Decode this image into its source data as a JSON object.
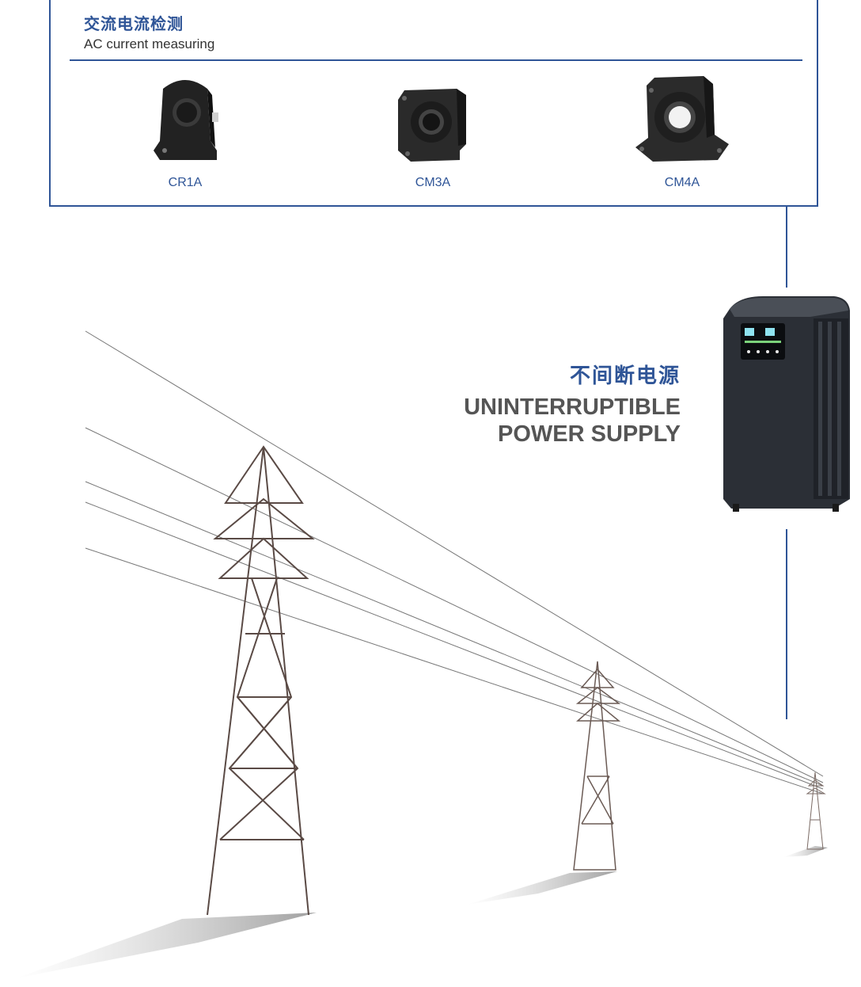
{
  "section": {
    "title_cn": "交流电流检测",
    "title_en": "AC current measuring"
  },
  "products": [
    {
      "label": "CR1A",
      "icon": "current-sensor-cr1a"
    },
    {
      "label": "CM3A",
      "icon": "current-sensor-cm3a"
    },
    {
      "label": "CM4A",
      "icon": "current-sensor-cm4a"
    }
  ],
  "ups": {
    "title_cn": "不间断电源",
    "title_en_line1": "UNINTERRUPTIBLE",
    "title_en_line2": "POWER SUPPLY"
  },
  "colors": {
    "accent": "#2f5597",
    "text_gray": "#555555",
    "device_dark": "#2b2f36"
  }
}
